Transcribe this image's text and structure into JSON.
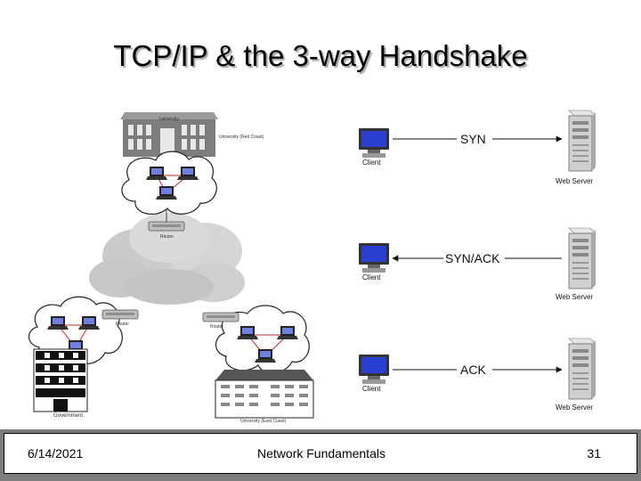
{
  "slide": {
    "title": "TCP/IP & the 3-way Handshake"
  },
  "network": {
    "university_north_label": "University",
    "university_north_caption": "University (Red Coast)",
    "router_top_label": "Router",
    "router_left_label": "Router",
    "router_right_label": "Router",
    "government_label": "Government",
    "university_south_caption": "University (East Coast)"
  },
  "handshake": {
    "steps": [
      {
        "message": "SYN",
        "client_label": "Client",
        "server_label": "Web Server",
        "direction": "client-to-server"
      },
      {
        "message": "SYN/ACK",
        "client_label": "Client",
        "server_label": "Web Server",
        "direction": "server-to-client"
      },
      {
        "message": "ACK",
        "client_label": "Client",
        "server_label": "Web Server",
        "direction": "client-to-server"
      }
    ]
  },
  "footer": {
    "date": "6/14/2021",
    "center_text": "Network Fundamentals",
    "page_number": "31"
  },
  "colors": {
    "footer_border": "#7d7d7d",
    "link_red": "#cc2222",
    "monitor_screen": "#2a3fd0"
  }
}
